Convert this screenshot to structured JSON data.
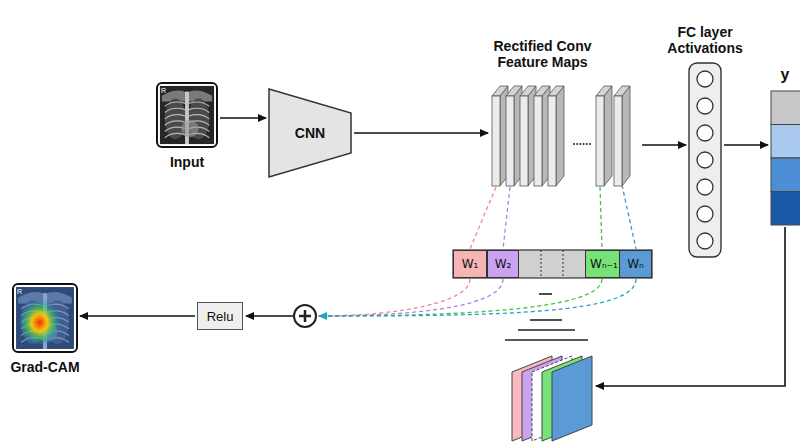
{
  "diagram": {
    "nodes": [
      {
        "text": [
          "Input"
        ]
      },
      {
        "text": [
          "CNN"
        ]
      },
      {
        "text": [
          "Rectified Conv Feature Maps"
        ]
      },
      {
        "text": [
          "FC layer Activations"
        ]
      },
      {
        "text": [
          "y"
        ]
      },
      {
        "text": [
          "W₁"
        ]
      },
      {
        "text": [
          "W₂"
        ]
      },
      {
        "text": [
          "Wₙ₋₁"
        ]
      },
      {
        "text": [
          "Wₙ"
        ]
      },
      {
        "text": [
          "Relu"
        ]
      },
      {
        "text": [
          "Grad-CAM"
        ]
      }
    ],
    "edges": [
      {
        "from": 0,
        "to": 1,
        "arrow": "to"
      },
      {
        "from": 1,
        "to": 2,
        "arrow": "to"
      },
      {
        "from": 2,
        "to": 3,
        "arrow": "to"
      },
      {
        "from": 3,
        "to": 4,
        "arrow": "to"
      },
      {
        "from": 9,
        "to": 10,
        "arrow": "to"
      }
    ],
    "labels": [
      "R",
      "R"
    ]
  }
}
